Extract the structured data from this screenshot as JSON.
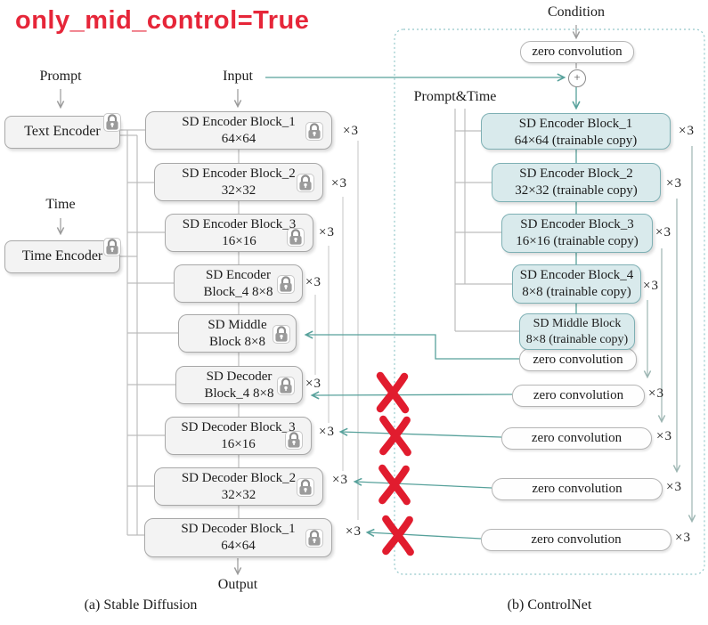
{
  "title": "only_mid_control=True",
  "stable_diffusion": {
    "prompt_label": "Prompt",
    "time_label": "Time",
    "input_label": "Input",
    "output_label": "Output",
    "text_encoder": "Text Encoder",
    "time_encoder": "Time Encoder",
    "caption": "(a) Stable Diffusion",
    "blocks": [
      {
        "line1": "SD Encoder Block_1",
        "line2": "64×64",
        "repeat": "×3",
        "locked": true
      },
      {
        "line1": "SD Encoder Block_2",
        "line2": "32×32",
        "repeat": "×3",
        "locked": true
      },
      {
        "line1": "SD Encoder Block_3",
        "line2": "16×16",
        "repeat": "×3",
        "locked": true
      },
      {
        "line1": "SD Encoder",
        "line2": "Block_4 8×8",
        "repeat": "×3",
        "locked": true
      },
      {
        "line1": "SD Middle",
        "line2": "Block 8×8",
        "repeat": "",
        "locked": true
      },
      {
        "line1": "SD Decoder",
        "line2": "Block_4 8×8",
        "repeat": "×3",
        "locked": true
      },
      {
        "line1": "SD Decoder Block_3",
        "line2": "16×16",
        "repeat": "×3",
        "locked": true
      },
      {
        "line1": "SD Decoder Block_2",
        "line2": "32×32",
        "repeat": "×3",
        "locked": true
      },
      {
        "line1": "SD Decoder Block_1",
        "line2": "64×64",
        "repeat": "×3",
        "locked": true
      }
    ]
  },
  "controlnet": {
    "condition_label": "Condition",
    "prompt_time_label": "Prompt&Time",
    "caption": "(b) ControlNet",
    "plus": "+",
    "top_zero_conv": "zero convolution",
    "mid_zero_conv": "zero convolution",
    "blocks": [
      {
        "line1": "SD Encoder Block_1",
        "line2": "64×64 (trainable copy)",
        "repeat": "×3"
      },
      {
        "line1": "SD Encoder Block_2",
        "line2": "32×32 (trainable copy)",
        "repeat": "×3"
      },
      {
        "line1": "SD Encoder Block_3",
        "line2": "16×16 (trainable copy)",
        "repeat": "×3"
      },
      {
        "line1": "SD Encoder Block_4",
        "line2": "8×8 (trainable copy)",
        "repeat": "×3"
      },
      {
        "line1": "SD Middle Block",
        "line2": "8×8 (trainable copy)",
        "repeat": ""
      }
    ],
    "zero_convolutions": [
      {
        "label": "zero convolution",
        "repeat": "×3",
        "crossed_out": true
      },
      {
        "label": "zero convolution",
        "repeat": "×3",
        "crossed_out": true
      },
      {
        "label": "zero convolution",
        "repeat": "×3",
        "crossed_out": true
      },
      {
        "label": "zero convolution",
        "repeat": "×3",
        "crossed_out": true
      }
    ],
    "crossed_out_connections": 4
  },
  "colors": {
    "title_red": "#e62639",
    "cross_red": "#e11c2e",
    "line_teal": "#57a19b",
    "dashed_border": "#94c7ca",
    "trainable_fill": "#d9eaec",
    "frozen_fill": "#f3f3f3"
  }
}
